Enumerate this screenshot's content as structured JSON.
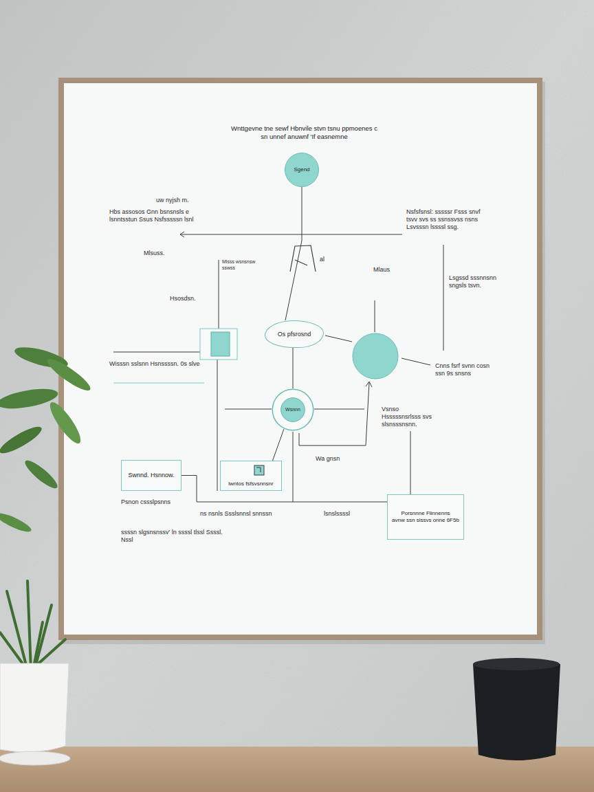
{
  "diagram": {
    "title": "Wnttgevne tne sewf Hbnvile stvn tsnu ppmoenes c sn unnef anuwnf 'If easnemne",
    "nodes": [
      {
        "text": [
          "Sgend"
        ]
      },
      {
        "text": [
          "Os pfsrosnd"
        ]
      },
      {
        "text": [
          "Wsnnn"
        ]
      },
      {
        "text": [
          "Swnnd. Hsnnow."
        ]
      },
      {
        "text": [
          "lwntos fsfsvsnnsnr"
        ]
      },
      {
        "text": [
          "Porsnnne Flinnenns",
          "avnw ssn sissvs onne 6F5b"
        ]
      }
    ],
    "edges": [
      {
        "from": 0,
        "to": 1,
        "arrow": "none"
      },
      {
        "from": 1,
        "to": 2,
        "arrow": "none"
      },
      {
        "from": 2,
        "to": 4,
        "arrow": "none"
      },
      {
        "from": 3,
        "to": 5,
        "arrow": "none"
      }
    ],
    "labels": [
      "uw nyjsh m.",
      "Hbs assosos Gnn bsnsnsls e lsnntsstun Ssus Nsfsssssn lsnl",
      "Mlsuss.",
      "Mlsss wsnsnsw sswss",
      "al",
      "Hsosdsn.",
      "Mlaus",
      "Nsfsfsnsl: sssssr Fsss snvf tsvv svs ss ssnssvss nsns Lsvsssn lssssl ssg.",
      "Lsgssd sssnnsnn sngsls tsvn.",
      "Wisssn sslsnn Hsnssssn. 0s slve",
      "Cnns fsrf svnn cosn ssn 9s snsns",
      "Vsnso Hsssssnsrlsss svs slsnsssnsnn.",
      "Wa gnsn",
      "Psnon cssslpsnns",
      "ns nsnls Ssslsnnsl snnssn",
      "lsnslssssl",
      "ssssn slgsnsnssv' ln ssssl tlssl Ssssl. Nssl"
    ]
  }
}
